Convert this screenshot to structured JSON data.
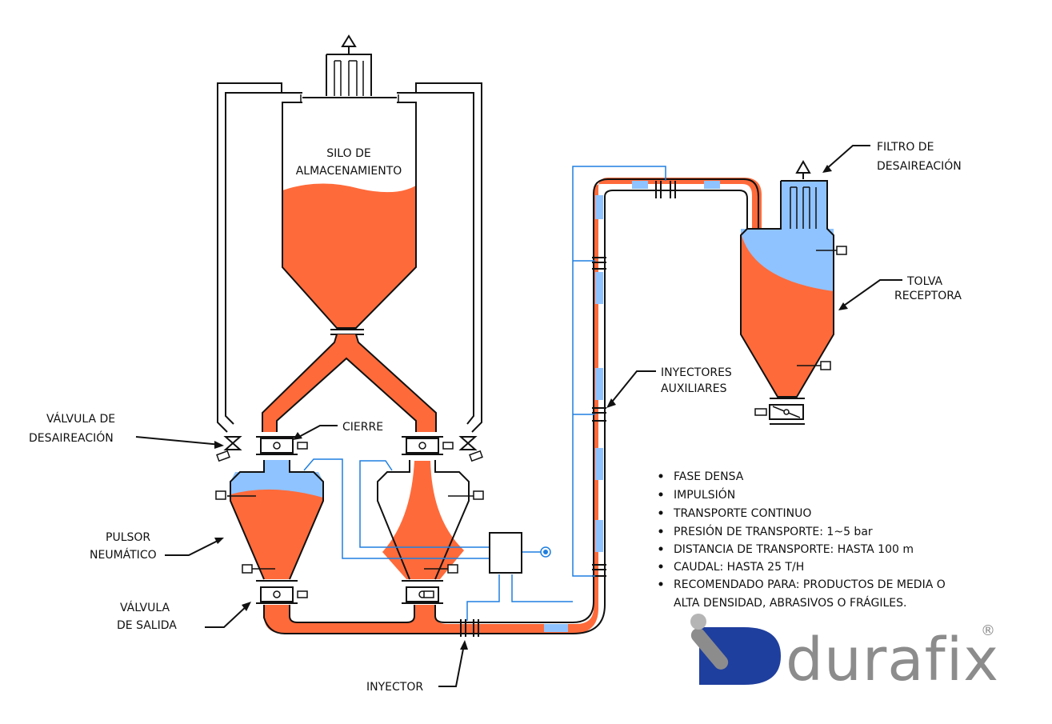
{
  "labels": {
    "silo_line1": "SILO DE",
    "silo_line2": "ALMACENAMIENTO",
    "filtro_line1": "FILTRO DE",
    "filtro_line2": "DESAIREACIÓN",
    "tolva_line1": "TOLVA",
    "tolva_line2": "RECEPTORA",
    "inyectores_line1": "INYECTORES",
    "inyectores_line2": "AUXILIARES",
    "valvula_des_line1": "VÁLVULA DE",
    "valvula_des_line2": "DESAIREACIÓN",
    "cierre": "CIERRE",
    "pulsor_line1": "PULSOR",
    "pulsor_line2": "NEUMÁTICO",
    "valvula_sal_line1": "VÁLVULA",
    "valvula_sal_line2": "DE SALIDA",
    "inyector": "INYECTOR"
  },
  "features": [
    "FASE DENSA",
    "IMPULSIÓN",
    "TRANSPORTE CONTINUO",
    "PRESIÓN DE TRANSPORTE: 1~5 bar",
    "DISTANCIA DE TRANSPORTE: HASTA 100 m",
    "CAUDAL: HASTA 25 T/H",
    "RECOMENDADO PARA: PRODUCTOS DE MEDIA O",
    "ALTA DENSIDAD, ABRASIVOS O FRÁGILES."
  ],
  "logo": {
    "text": "durafix",
    "registered": "®"
  },
  "colors": {
    "material": "#ff6a3a",
    "air": "#8fc3ff",
    "air_line": "#1f7fe0",
    "outline": "#111111",
    "logo_blue": "#1f3f9e",
    "logo_grey": "#8c8c8c"
  }
}
